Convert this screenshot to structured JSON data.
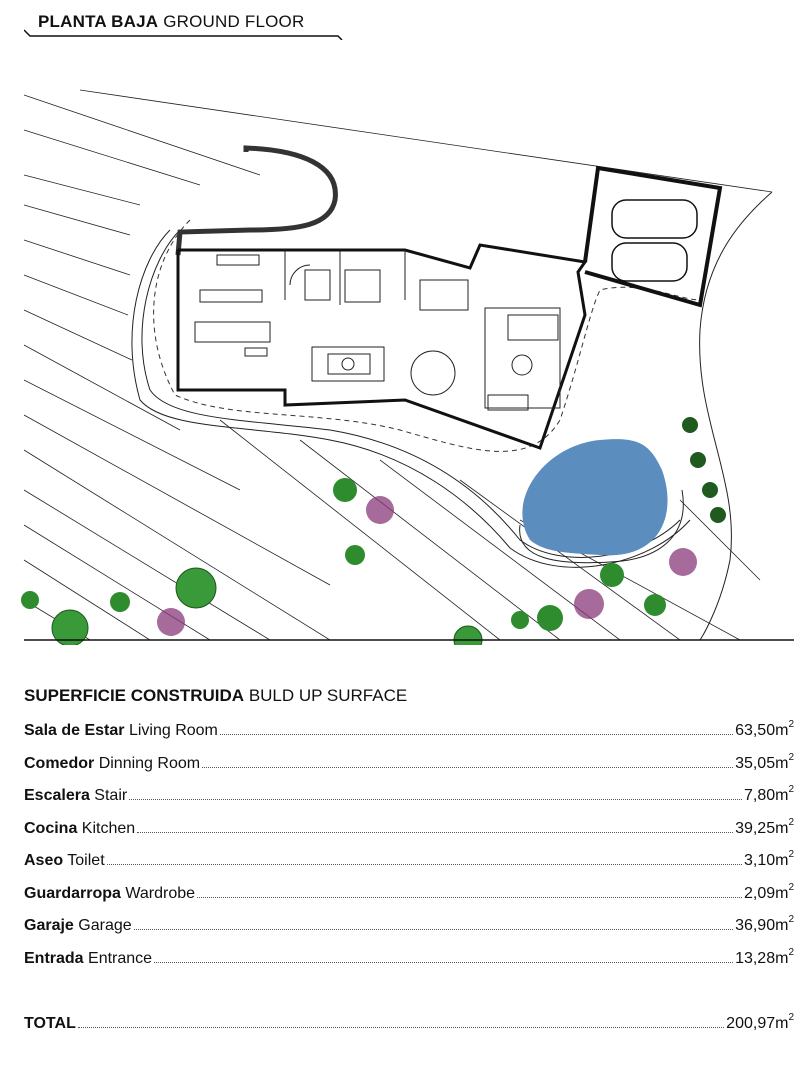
{
  "header": {
    "title_bold": "PLANTA BAJA",
    "title_light": "GROUND FLOOR"
  },
  "surface": {
    "title_bold": "SUPERFICIE CONSTRUIDA",
    "title_light": "BULD UP SURFACE",
    "unit": "m",
    "unit_exp": "2",
    "rows": [
      {
        "name_bold": "Sala de Estar",
        "name_light": "Living Room",
        "value": "63,50"
      },
      {
        "name_bold": "Comedor",
        "name_light": "Dinning Room",
        "value": "35,05"
      },
      {
        "name_bold": "Escalera",
        "name_light": "Stair",
        "value": "7,80"
      },
      {
        "name_bold": "Cocina",
        "name_light": "Kitchen",
        "value": "39,25"
      },
      {
        "name_bold": "Aseo",
        "name_light": "Toilet",
        "value": "3,10"
      },
      {
        "name_bold": "Guardarropa",
        "name_light": "Wardrobe",
        "value": "2,09"
      },
      {
        "name_bold": "Garaje",
        "name_light": "Garage",
        "value": "36,90"
      },
      {
        "name_bold": "Entrada",
        "name_light": "Entrance",
        "value": "13,28"
      }
    ],
    "total": {
      "name_bold": "TOTAL",
      "value": "200,97"
    }
  },
  "colors": {
    "pool": "#5b8dbf",
    "plant_green": "#2e8b2e",
    "plant_purple": "#6b2a5a",
    "ink": "#111111"
  }
}
